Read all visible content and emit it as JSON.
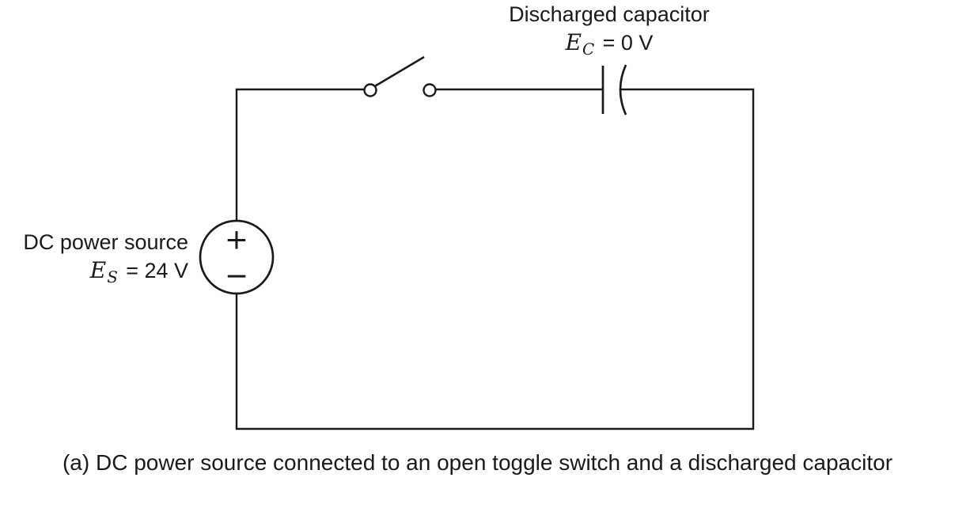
{
  "diagram": {
    "type": "circuit-schematic",
    "colors": {
      "line": "#1a1a1a",
      "background": "#ffffff",
      "text": "#1a1a1a"
    },
    "capacitor_label": {
      "line1": "Discharged capacitor",
      "symbol": "E",
      "subscript": "C",
      "value": "= 0 V"
    },
    "source_label": {
      "line1": "DC power source",
      "symbol": "E",
      "subscript": "S",
      "value": "= 24 V"
    },
    "polarity": {
      "plus": "+",
      "minus": "−"
    },
    "caption": "(a) DC power source connected to an open toggle switch and a discharged capacitor"
  }
}
